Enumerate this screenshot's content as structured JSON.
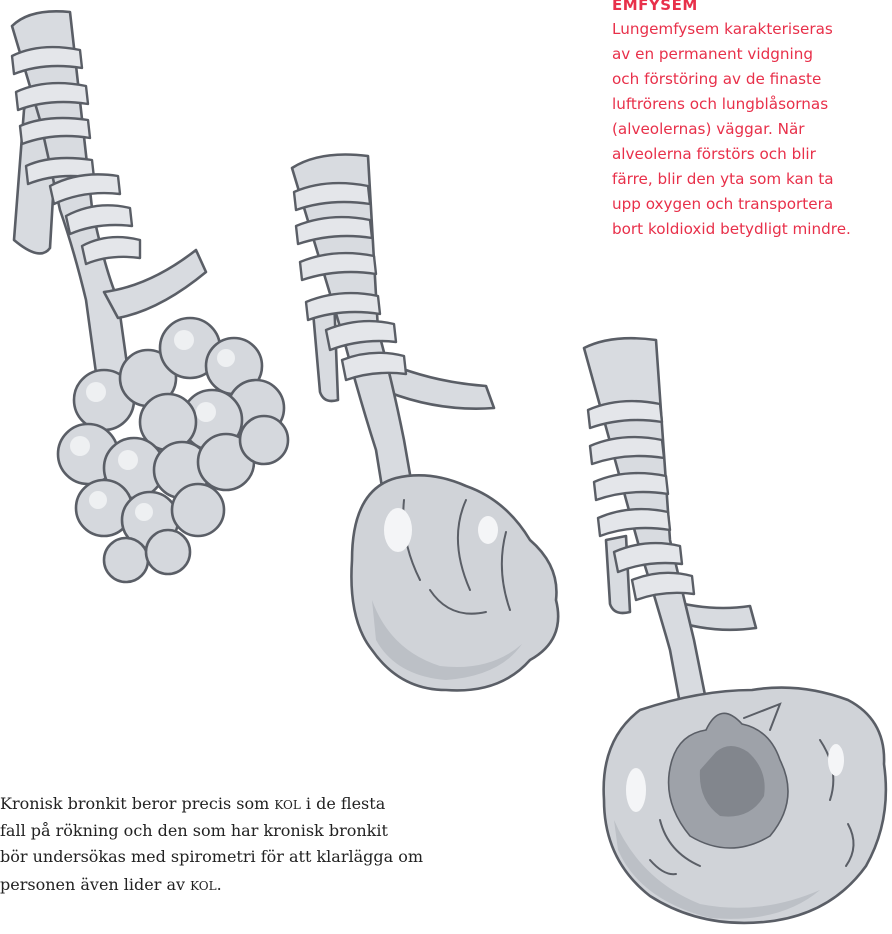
{
  "sidebar": {
    "title": "EMFYSEM",
    "body_lines": [
      "Lungemfysem karakteriseras",
      "av en permanent vidgning",
      "och förstöring av de finaste",
      "luftrörens och lungblåsornas",
      "(alveolernas) väggar. När",
      "alveolerna förstörs och blir",
      "färre, blir den yta som kan ta",
      "upp oxygen och transportera",
      "bort koldioxid betydligt mindre."
    ],
    "color": "#e8304a"
  },
  "caption": {
    "line1_a": "Kronisk bronkit beror precis som ",
    "line1_abbr": "KOL",
    "line1_b": " i de flesta",
    "line2": "fall på rökning och den som har kronisk bronkit",
    "line3": "bör undersökas med spirometri för att klarlägga om",
    "line4_a": "personen även lider av ",
    "line4_abbr": "KOL",
    "line4_b": ".",
    "color": "#222222"
  },
  "illustration": {
    "stages": [
      "healthy-alveoli",
      "enlarged-alveoli",
      "ruptured-alveoli"
    ],
    "colors": {
      "tissue": "#d8dbe0",
      "outline": "#5a5e66",
      "cavity": "#9ea2a9"
    }
  }
}
